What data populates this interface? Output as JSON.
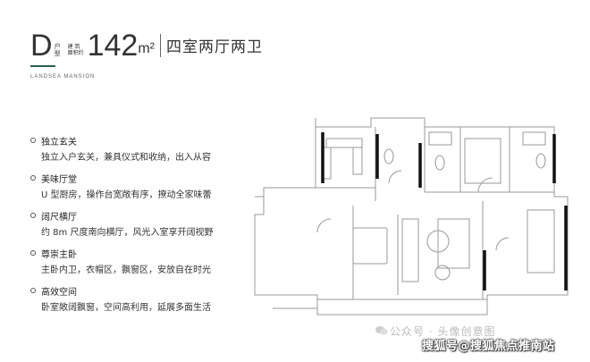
{
  "header": {
    "type_letter": "D",
    "type_label_1": "户",
    "type_label_2": "型",
    "area_label_1": "建 筑",
    "area_label_2": "面积约",
    "area_number": "142",
    "area_unit": "m²",
    "layout_name": "四室两厅两卫",
    "accent_color": "#2d5f4a"
  },
  "brand": "LANDSEA MANSION",
  "features": [
    {
      "title": "独立玄关",
      "desc": "独立入户玄关，兼具仪式和收纳，出入从容"
    },
    {
      "title": "美味厅堂",
      "desc": "U 型厨房，操作台宽敞有序，撩动全家味蕾"
    },
    {
      "title": "阔尺横厅",
      "desc": "约 8m 尺度南向横厅，风光入室享开阔视野"
    },
    {
      "title": "尊崇主卧",
      "desc": "主卧内卫，衣帽区，飘窗区，安放自在时光"
    },
    {
      "title": "高效空间",
      "desc": "卧室敞阔飘窗，空间高利用，延展多面生活"
    }
  ],
  "watermark": {
    "text": "公众号 · 头像创意图",
    "source": "搜狐号@搜狐焦点推南站"
  }
}
